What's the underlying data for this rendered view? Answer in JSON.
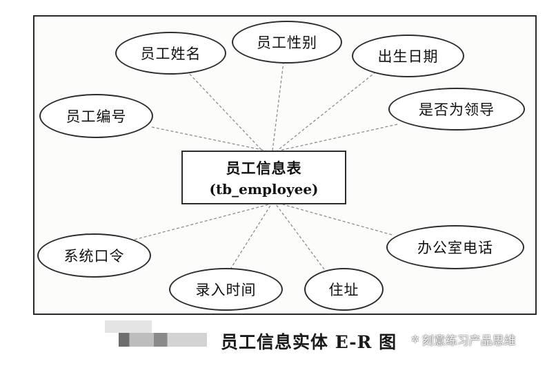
{
  "diagram": {
    "title": "员工信息实体 E-R 图",
    "entity": {
      "name": "员工信息表",
      "table": "(tb_employee)"
    },
    "attributes": [
      {
        "id": "employee-name",
        "label": "员工姓名"
      },
      {
        "id": "employee-gender",
        "label": "员工性别"
      },
      {
        "id": "birth-date",
        "label": "出生日期"
      },
      {
        "id": "employee-id",
        "label": "员工编号"
      },
      {
        "id": "is-leader",
        "label": "是否为领导"
      },
      {
        "id": "system-password",
        "label": "系统口令"
      },
      {
        "id": "entry-time",
        "label": "录入时间"
      },
      {
        "id": "address",
        "label": "住址"
      },
      {
        "id": "office-phone",
        "label": "办公室电话"
      }
    ]
  },
  "watermark": {
    "text": "刻意练习产品思维"
  }
}
